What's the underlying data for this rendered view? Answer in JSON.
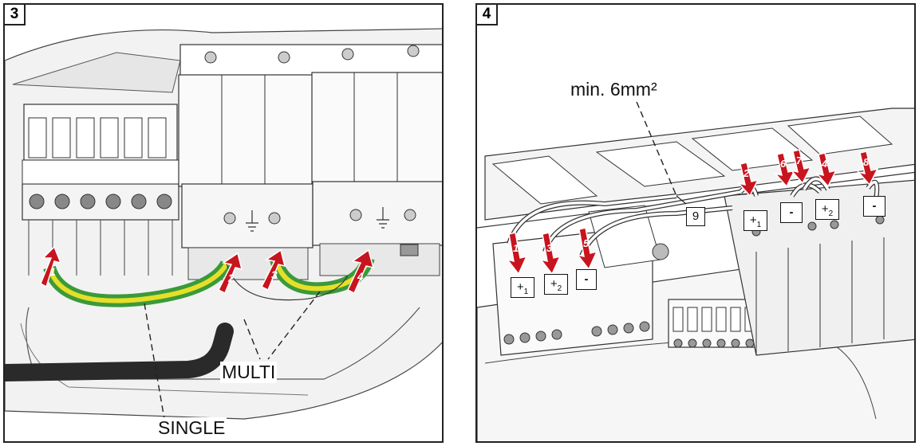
{
  "figure3": {
    "number": "3",
    "label_multi": "MULTI",
    "label_single": "SINGLE",
    "arrows": [
      "1",
      "2",
      "3",
      "4"
    ]
  },
  "figure4": {
    "number": "4",
    "label_min": "min. 6mm²",
    "label_9": "9",
    "arrows": [
      "1",
      "3",
      "5",
      "2",
      "6",
      "7",
      "4",
      "8"
    ],
    "terminals": {
      "plus1_left": {
        "sign": "+",
        "sub": "1"
      },
      "plus2_left": {
        "sign": "+",
        "sub": "2"
      },
      "minus_left": {
        "sign": "-"
      },
      "plus1_right": {
        "sign": "+",
        "sub": "1"
      },
      "minus_mid": {
        "sign": "-"
      },
      "plus2_right": {
        "sign": "+",
        "sub": "2"
      },
      "minus_right": {
        "sign": "-"
      }
    }
  },
  "colors": {
    "arrow_red": "#c8141e",
    "wire_green": "#3a9a3a",
    "wire_yellow": "#e6df2a",
    "cable_black": "#2a2a2a",
    "housing_gray": "#d9d9d9",
    "line_dark": "#222222"
  }
}
